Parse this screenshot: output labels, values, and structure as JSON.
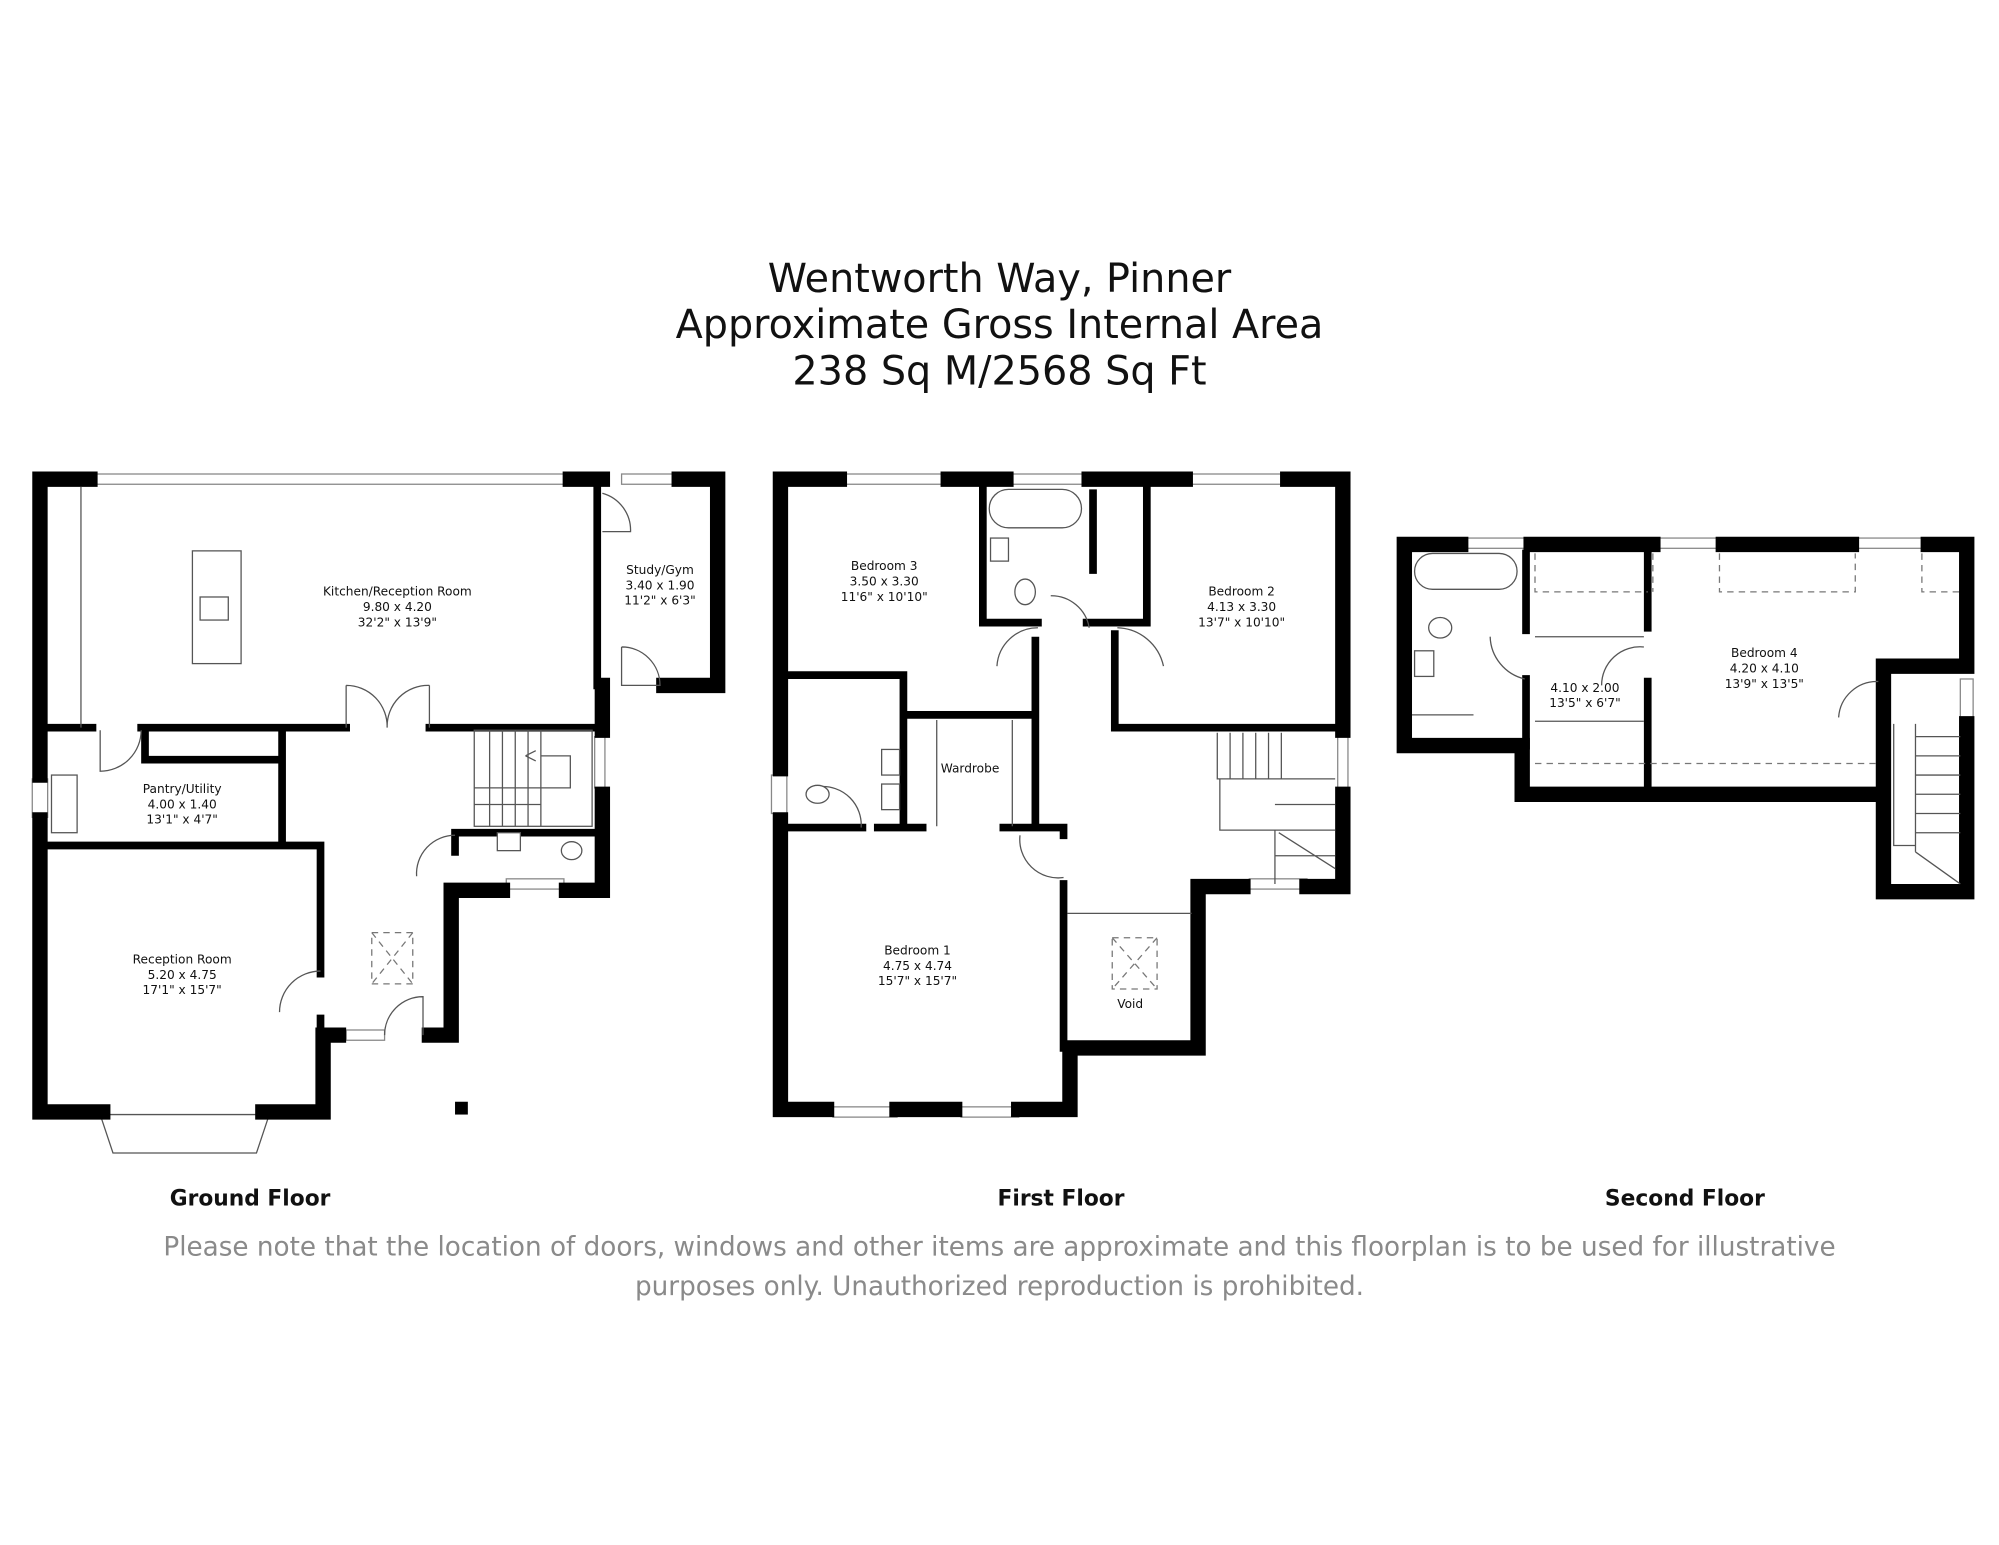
{
  "header": {
    "line1": "Wentworth Way, Pinner",
    "line2": "Approximate Gross Internal Area",
    "line3": "238 Sq M/2568 Sq Ft"
  },
  "ground_floor": {
    "label": "Ground Floor",
    "rooms": [
      {
        "name": "Kitchen/Reception Room",
        "metric": "9.80 x 4.20",
        "imperial": "32'2\" x 13'9\""
      },
      {
        "name": "Study/Gym",
        "metric": "3.40 x 1.90",
        "imperial": "11'2\" x 6'3\""
      },
      {
        "name": "Pantry/Utility",
        "metric": "4.00 x 1.40",
        "imperial": "13'1\" x 4'7\""
      },
      {
        "name": "Reception Room",
        "metric": "5.20 x 4.75",
        "imperial": "17'1\" x 15'7\""
      }
    ]
  },
  "first_floor": {
    "label": "First Floor",
    "rooms": [
      {
        "name": "Bedroom 3",
        "metric": "3.50 x 3.30",
        "imperial": "11'6\" x 10'10\""
      },
      {
        "name": "Bedroom 2",
        "metric": "4.13 x 3.30",
        "imperial": "13'7\" x 10'10\""
      },
      {
        "name": "Bedroom 1",
        "metric": "4.75 x 4.74",
        "imperial": "15'7\" x 15'7\""
      }
    ],
    "wardrobe": "Wardrobe",
    "void": "Void"
  },
  "second_floor": {
    "label": "Second Floor",
    "rooms": [
      {
        "name": "",
        "metric": "4.10 x 2.00",
        "imperial": "13'5\" x 6'7\""
      },
      {
        "name": "Bedroom 4",
        "metric": "4.20 x 4.10",
        "imperial": "13'9\" x 13'5\""
      }
    ]
  },
  "disclaimer": {
    "line1": "Please note that the location of doors, windows and other items are approximate and this floorplan is to be used for illustrative",
    "line2": "purposes only. Unauthorized reproduction is prohibited."
  }
}
